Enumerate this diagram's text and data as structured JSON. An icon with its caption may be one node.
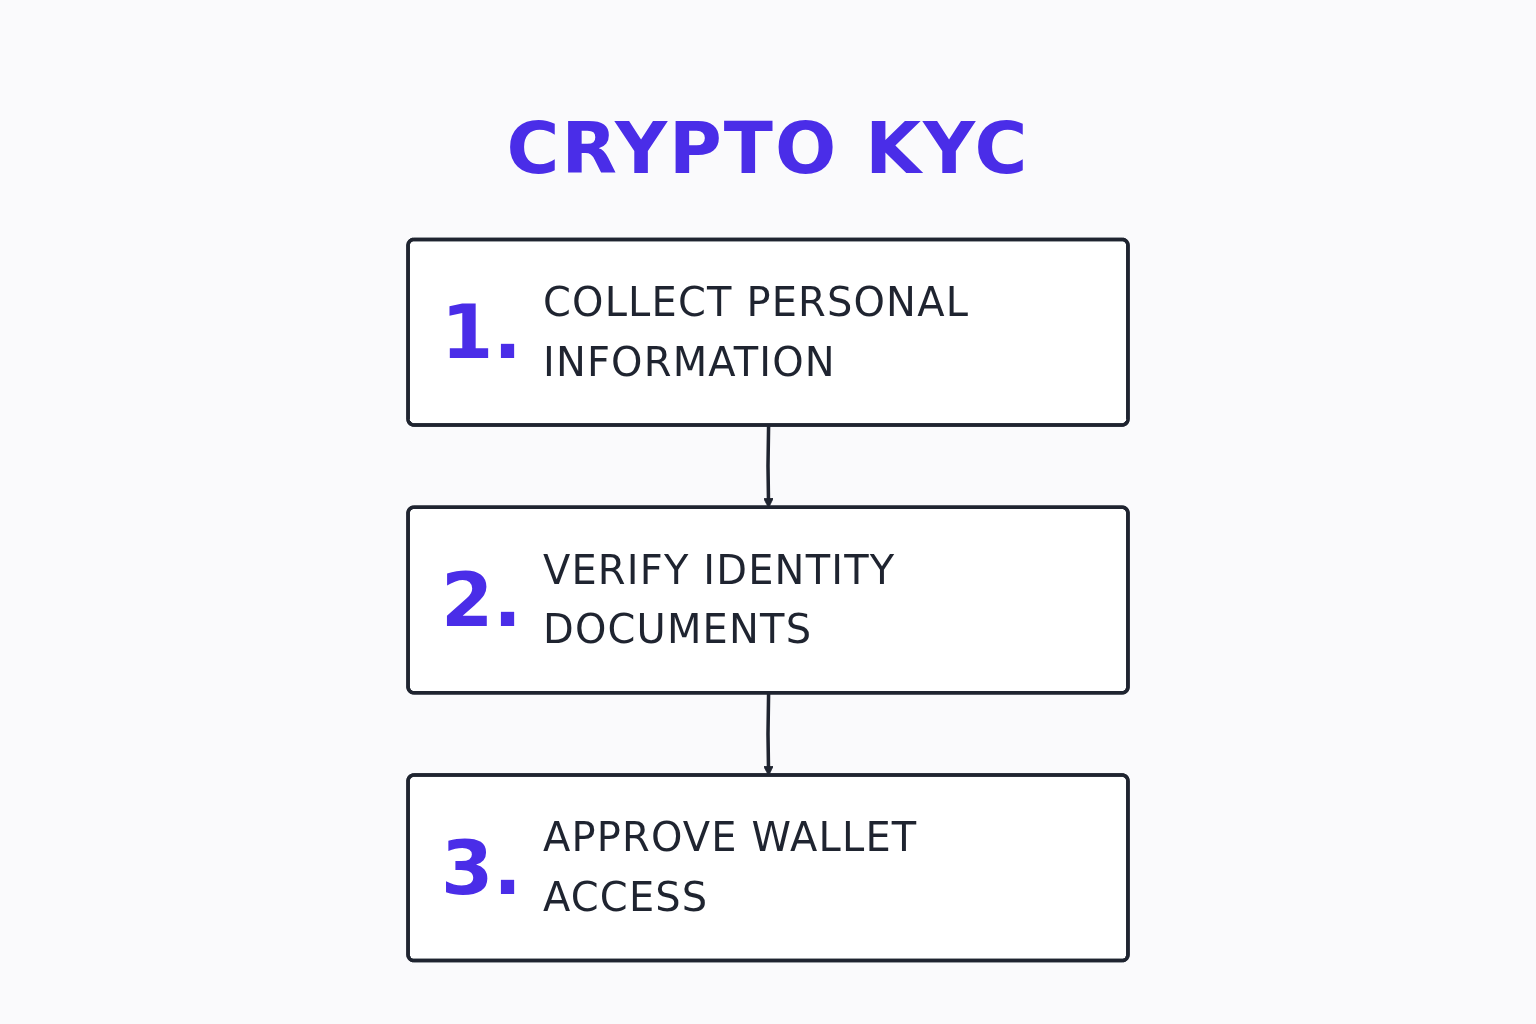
{
  "diagram": {
    "title": "CRYPTO KYC",
    "nodes": [
      {
        "text": [
          "1.",
          "COLLECT PERSONAL INFORMATION"
        ]
      },
      {
        "text": [
          "2.",
          "VERIFY IDENTITY DOCUMENTS"
        ]
      },
      {
        "text": [
          "3.",
          "APPROVE WALLET ACCESS"
        ]
      }
    ],
    "edges": [
      {
        "from": 0,
        "to": 1,
        "arrow": "to"
      },
      {
        "from": 1,
        "to": 2,
        "arrow": "to"
      }
    ]
  }
}
